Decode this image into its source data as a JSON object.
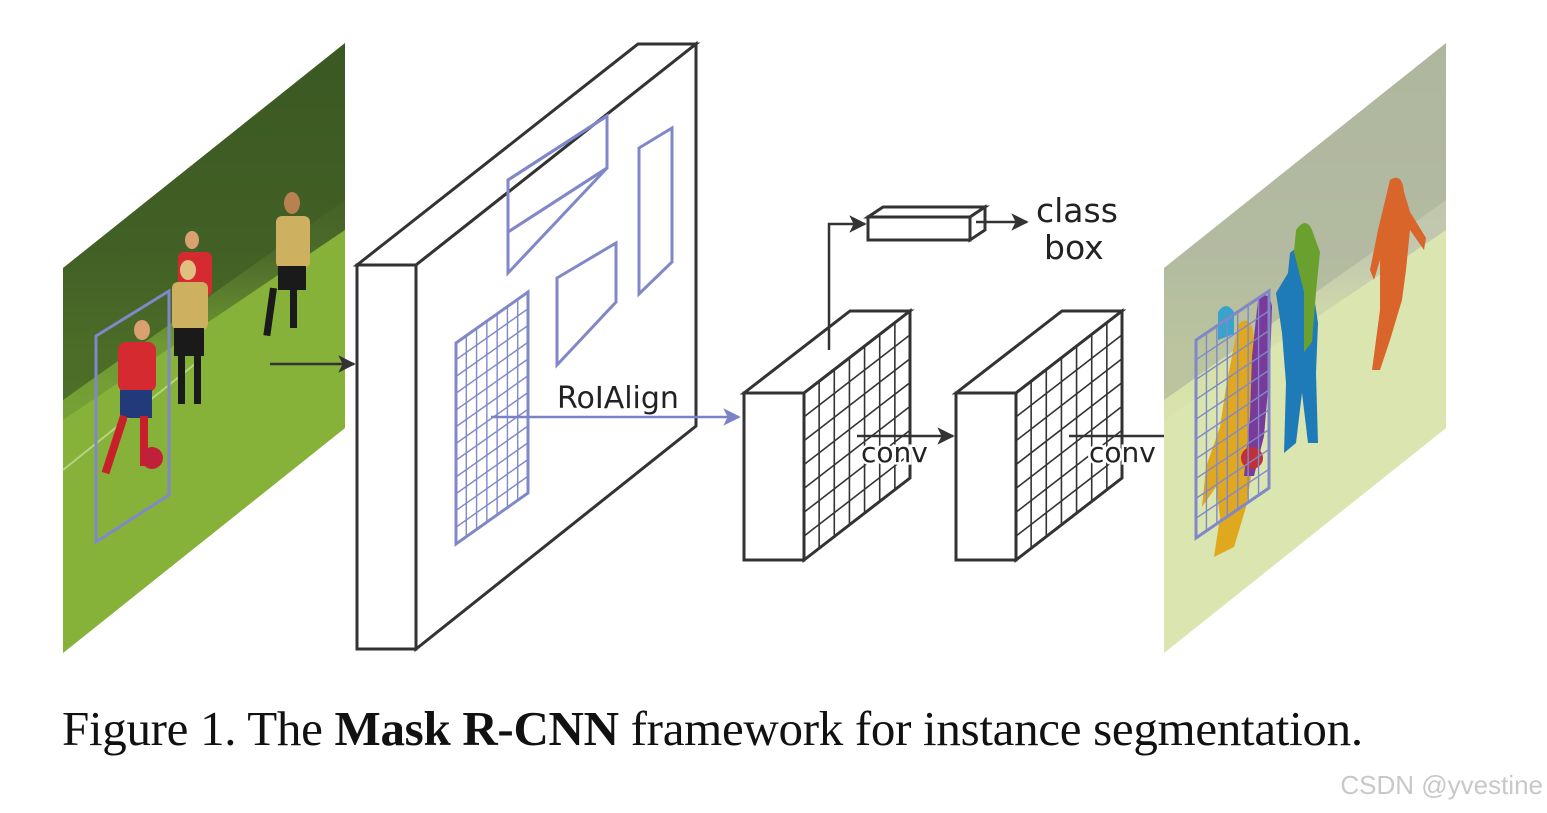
{
  "figure": {
    "caption": {
      "prefix": "Figure 1. The ",
      "bold": "Mask R-CNN",
      "suffix": " framework for instance segmentation."
    },
    "watermark": "CSDN @yvestine"
  },
  "diagram": {
    "labels": {
      "roialign": "RoIAlign",
      "conv1": "conv",
      "conv2": "conv",
      "class": "class",
      "box": "box"
    },
    "nodes": [
      {
        "id": "input-image",
        "desc": "Soccer players photo with one RoI box"
      },
      {
        "id": "backbone-feature-map",
        "desc": "Feature map with RoI proposals"
      },
      {
        "id": "roi-feature",
        "desc": "RoI aligned feature grid"
      },
      {
        "id": "mask-feature",
        "desc": "Conv feature grid"
      },
      {
        "id": "fc-head",
        "desc": "Fully connected head"
      },
      {
        "id": "output-image",
        "desc": "Instance segmentation output masks"
      }
    ],
    "mask_colors": {
      "yellow": "#e0a81e",
      "purple": "#7a3a9a",
      "blue": "#1f7ab8",
      "green": "#6aa12e",
      "orange": "#d9652a",
      "cyan": "#3aa3cc",
      "red": "#c0303a"
    },
    "colors": {
      "roi": "#8088c8",
      "line": "#333333"
    }
  }
}
